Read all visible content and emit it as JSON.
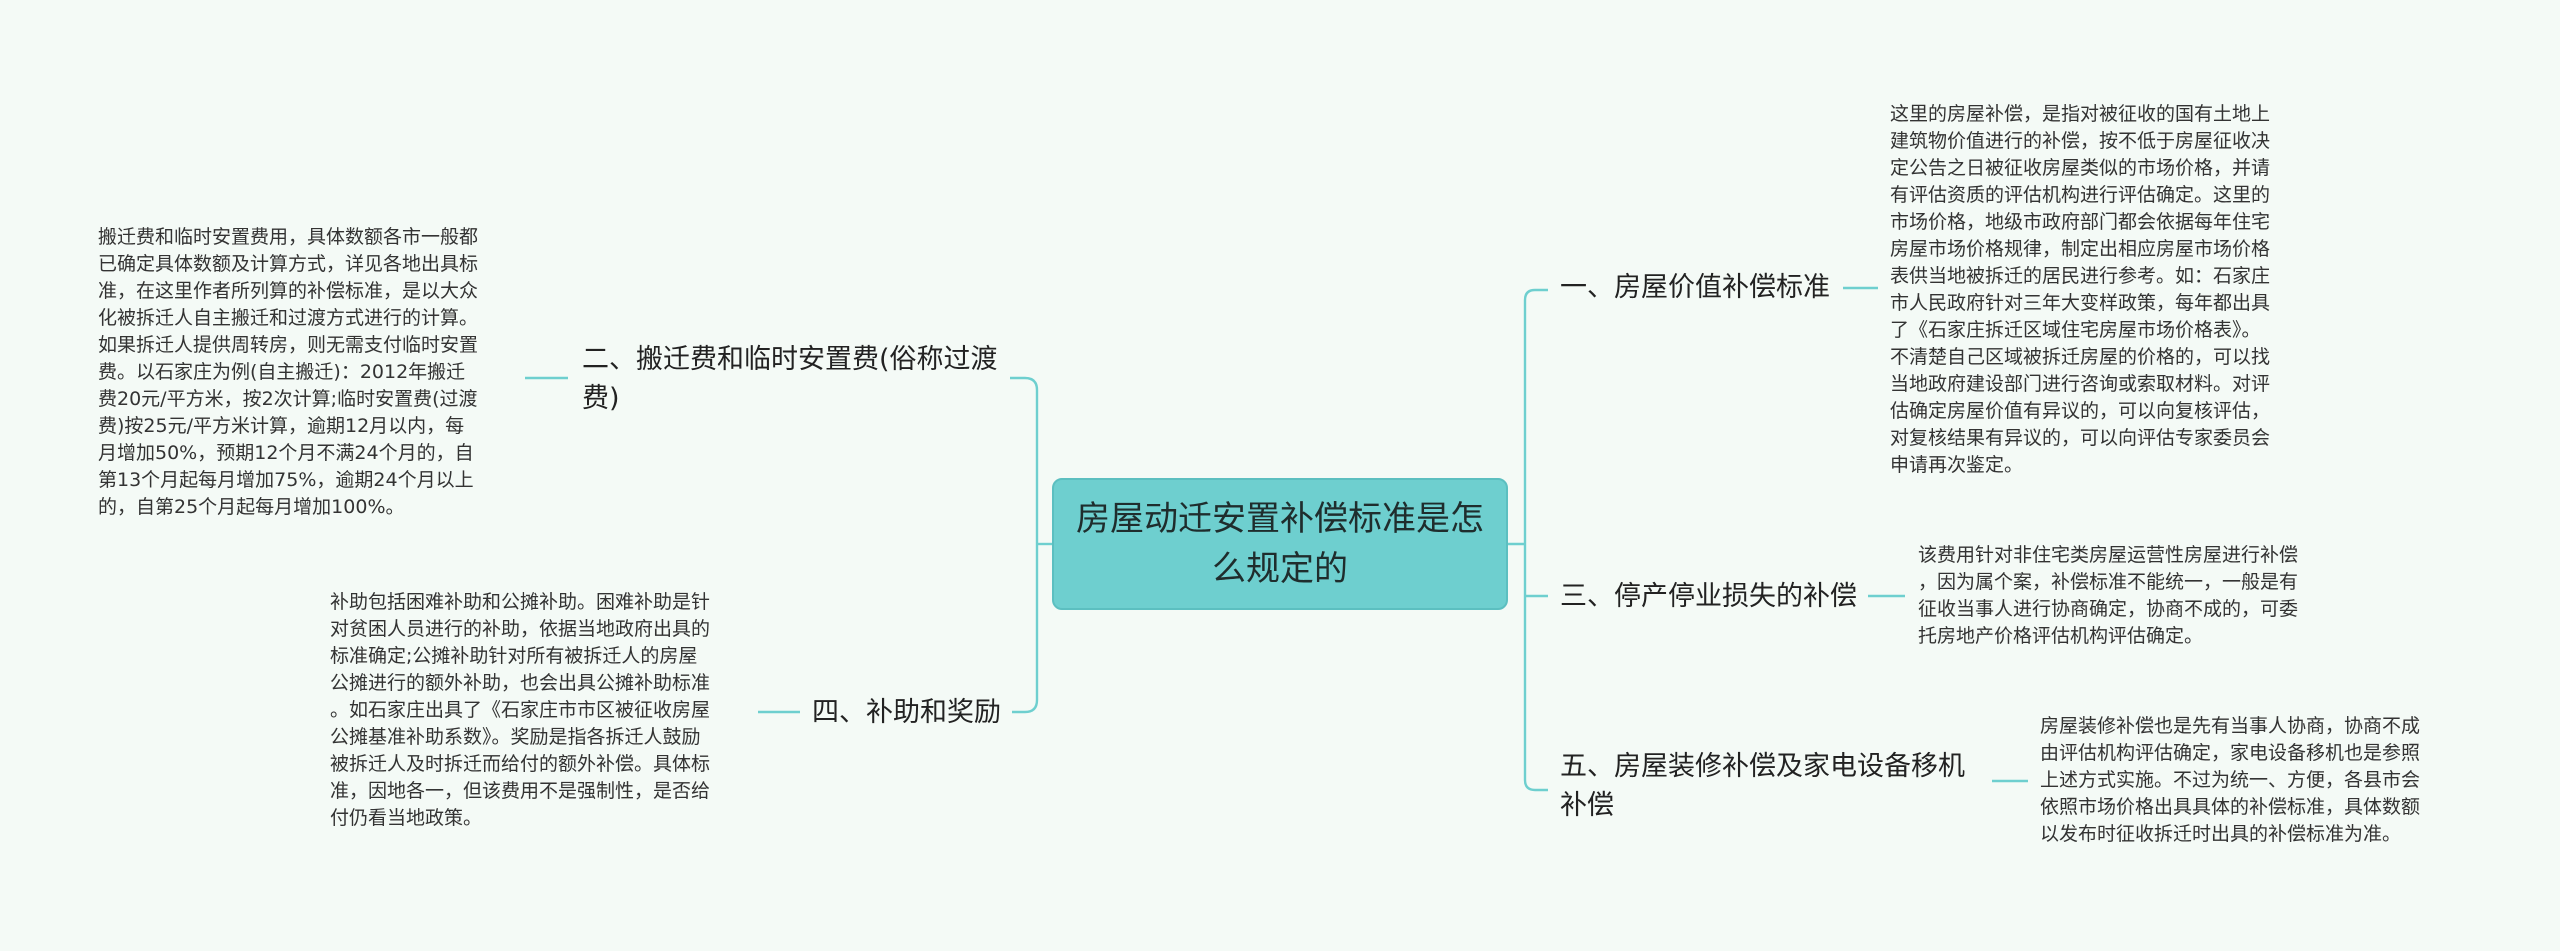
{
  "root": {
    "label": "房屋动迁安置补偿标准是怎么规定的"
  },
  "branches": {
    "b1": {
      "label": "一、房屋价值补偿标准",
      "detail": "这里的房屋补偿，是指对被征收的国有土地上\n建筑物价值进行的补偿，按不低于房屋征收决\n定公告之日被征收房屋类似的市场价格，并请\n有评估资质的评估机构进行评估确定。这里的\n市场价格，地级市政府部门都会依据每年住宅\n房屋市场价格规律，制定出相应房屋市场价格\n表供当地被拆迁的居民进行参考。如：石家庄\n市人民政府针对三年大变样政策，每年都出具\n了《石家庄拆迁区域住宅房屋市场价格表》。\n不清楚自己区域被拆迁房屋的价格的，可以找\n当地政府建设部门进行咨询或索取材料。对评\n估确定房屋价值有异议的，可以向复核评估，\n对复核结果有异议的，可以向评估专家委员会\n申请再次鉴定。"
    },
    "b2": {
      "label": "二、搬迁费和临时安置费(俗称过渡费)",
      "detail": "搬迁费和临时安置费用，具体数额各市一般都\n已确定具体数额及计算方式，详见各地出具标\n准，在这里作者所列算的补偿标准，是以大众\n化被拆迁人自主搬迁和过渡方式进行的计算。\n如果拆迁人提供周转房，则无需支付临时安置\n费。以石家庄为例(自主搬迁)：2012年搬迁\n费20元/平方米，按2次计算;临时安置费(过渡\n费)按25元/平方米计算，逾期12月以内，每\n月增加50%，预期12个月不满24个月的，自\n第13个月起每月增加75%，逾期24个月以上\n的，自第25个月起每月增加100%。"
    },
    "b3": {
      "label": "三、停产停业损失的补偿",
      "detail": "该费用针对非住宅类房屋运营性房屋进行补偿\n，因为属个案，补偿标准不能统一，一般是有\n征收当事人进行协商确定，协商不成的，可委\n托房地产价格评估机构评估确定。"
    },
    "b4": {
      "label": "四、补助和奖励",
      "detail": "补助包括困难补助和公摊补助。困难补助是针\n对贫困人员进行的补助，依据当地政府出具的\n标准确定;公摊补助针对所有被拆迁人的房屋\n公摊进行的额外补助，也会出具公摊补助标准\n。如石家庄出具了《石家庄市市区被征收房屋\n公摊基准补助系数》。奖励是指各拆迁人鼓励\n被拆迁人及时拆迁而给付的额外补偿。具体标\n准，因地各一，但该费用不是强制性，是否给\n付仍看当地政策。"
    },
    "b5": {
      "label": "五、房屋装修补偿及家电设备移机补偿",
      "detail": "房屋装修补偿也是先有当事人协商，协商不成\n由评估机构评估确定，家电设备移机也是参照\n上述方式实施。不过为统一、方便，各县市会\n依照市场价格出具具体的补偿标准，具体数额\n以发布时征收拆迁时出具的补偿标准为准。"
    }
  },
  "colors": {
    "background": "#f4faf6",
    "root_fill": "#6ecfcf",
    "connector": "#6ecfcf"
  }
}
